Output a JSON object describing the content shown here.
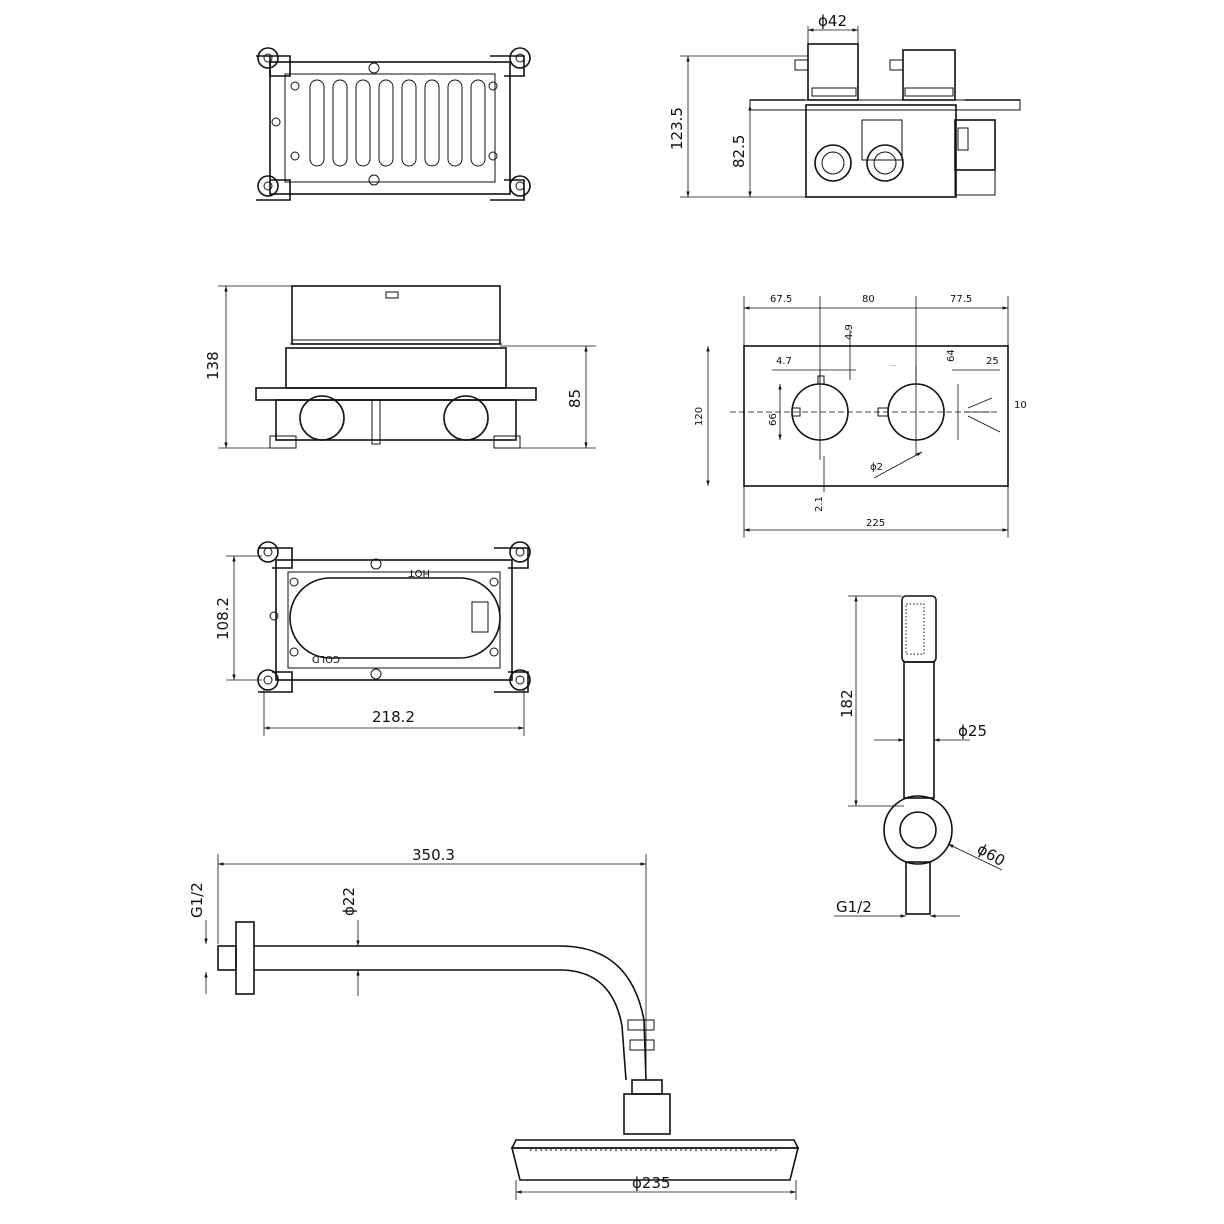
{
  "dimensions": {
    "box_top": {
      "d42": "ϕ42",
      "h123": "123.5",
      "h82": "82.5"
    },
    "box_side": {
      "h138": "138",
      "h85": "85"
    },
    "plate": {
      "w67": "67.5",
      "w80": "80",
      "w77": "77.5",
      "v49": "4.9",
      "h47": "4.7",
      "v64": "64",
      "h25": "25",
      "d66": "66",
      "h10": "10",
      "v120": "120",
      "d2": "ϕ2",
      "v21": "2.1",
      "w225": "225"
    },
    "frame": {
      "h108": "108.2",
      "w218": "218.2",
      "hot": "HOT",
      "cold": "COLD"
    },
    "handshower": {
      "h182": "182",
      "d25": "ϕ25",
      "d60": "ϕ60",
      "g12": "G1/2"
    },
    "arm": {
      "w350": "350.3",
      "g12": "G1/2",
      "d22": "ϕ22",
      "d235": "ϕ235"
    }
  }
}
